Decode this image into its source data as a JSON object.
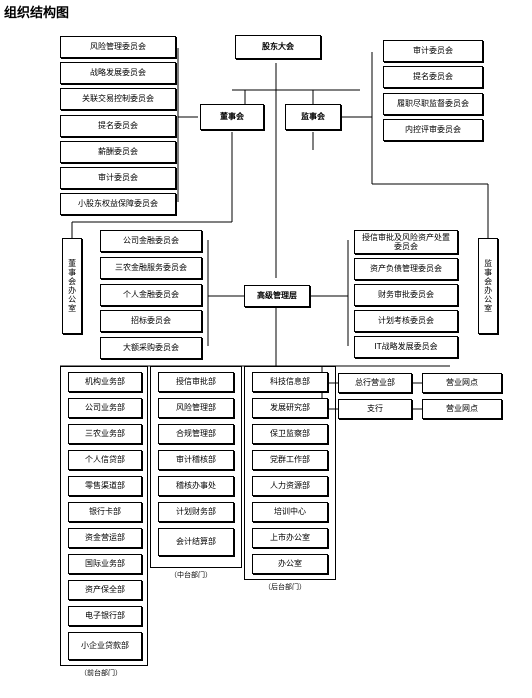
{
  "title": "组织结构图",
  "top": {
    "shareholders": "股东大会",
    "board": "董事会",
    "supervisors": "监事会",
    "senior_mgmt": "高级管理层"
  },
  "board_committees": [
    "风险管理委员会",
    "战略发展委员会",
    "关联交易控制委员会",
    "提名委员会",
    "薪酬委员会",
    "审计委员会",
    "小股东权益保障委员会"
  ],
  "supervisor_committees": [
    "审计委员会",
    "提名委员会",
    "履职尽职监督委员会",
    "内控评审委员会"
  ],
  "board_office": "董事会办公室",
  "supervisor_office": "监事会办公室",
  "mgmt_left": [
    "公司金融委员会",
    "三农金融服务委员会",
    "个人金融委员会",
    "招标委员会",
    "大额采购委员会"
  ],
  "mgmt_right": [
    "授信审批及风险资产处置委员会",
    "资产负债管理委员会",
    "财务审批委员会",
    "计划考核委员会",
    "IT战略发展委员会"
  ],
  "front": {
    "items": [
      "机构业务部",
      "公司业务部",
      "三农业务部",
      "个人信贷部",
      "零售渠道部",
      "银行卡部",
      "资金营运部",
      "国际业务部",
      "资产保全部",
      "电子银行部",
      "小企业贷款部"
    ],
    "caption": "（前台部门）"
  },
  "middle": {
    "items": [
      "授信审批部",
      "风险管理部",
      "合规管理部",
      "审计稽核部",
      "稽核办事处",
      "计划财务部",
      "会计结算部"
    ],
    "caption": "（中台部门）"
  },
  "back": {
    "items": [
      "科技信息部",
      "发展研究部",
      "保卫监察部",
      "党群工作部",
      "人力资源部",
      "培训中心",
      "上市办公室",
      "办公室"
    ],
    "caption": "（后台部门）"
  },
  "branches": {
    "head": "总行营业部",
    "sub": "支行",
    "outlet_1": "营业网点",
    "outlet_2": "营业网点"
  }
}
